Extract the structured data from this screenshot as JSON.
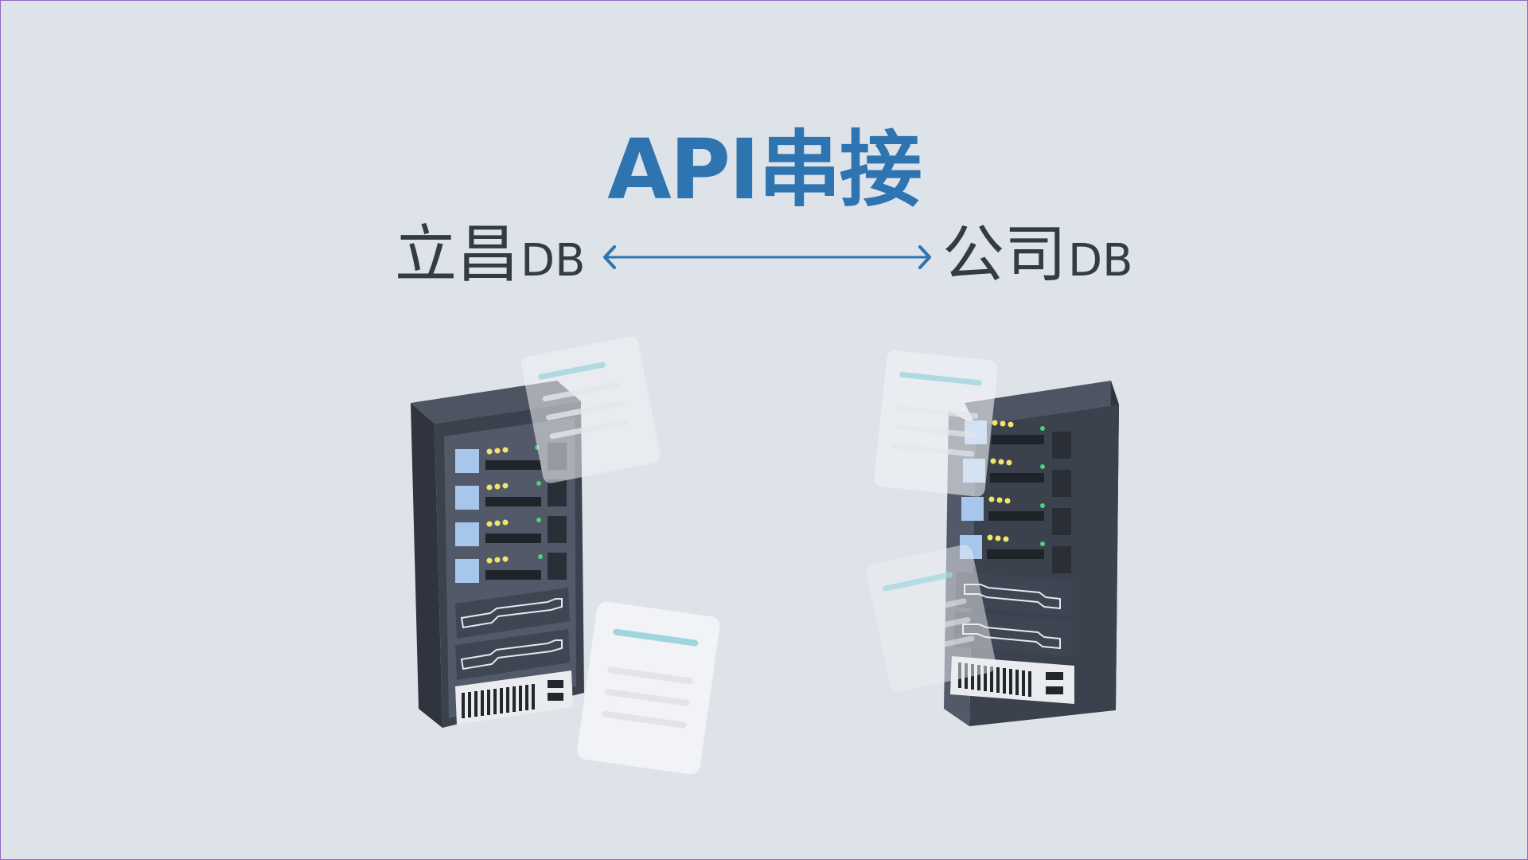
{
  "title": "API串接",
  "left_db": {
    "name": "立昌",
    "suffix": "DB"
  },
  "right_db": {
    "name": "公司",
    "suffix": "DB"
  },
  "colors": {
    "title": "#2d74b0",
    "arrow": "#2d74b0",
    "label": "#333b45",
    "background": "#dde3e9",
    "server_body": "#3b414d",
    "server_face": "#545b69",
    "drive_blue": "#a7c6ec",
    "led_yellow": "#f2e56b",
    "led_green": "#4fcf7f"
  },
  "icons": [
    "bidirectional-arrow-icon",
    "server-rack-icon",
    "document-icon"
  ]
}
